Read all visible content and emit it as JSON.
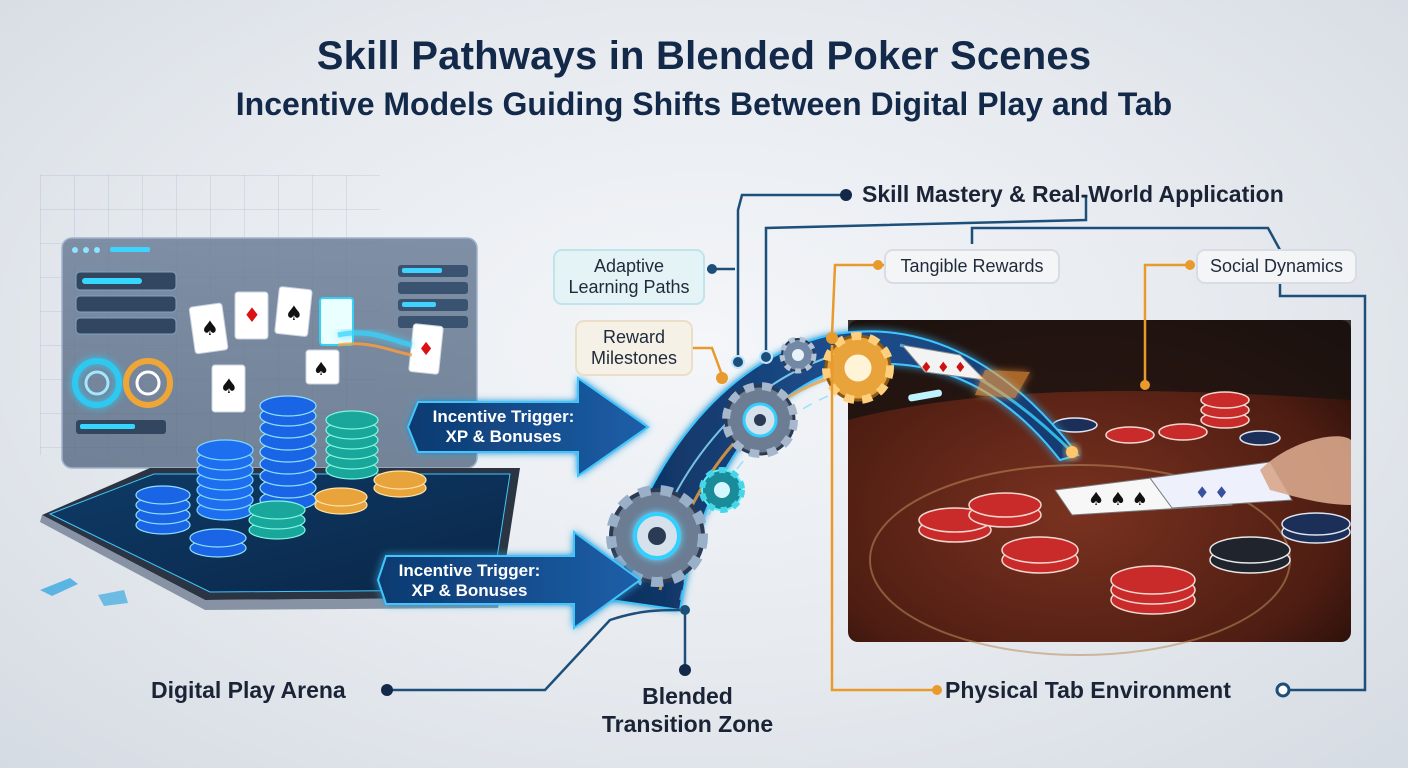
{
  "title": "Skill Pathways in Blended Poker Scenes",
  "subtitle": "Incentive Models Guiding Shifts Between Digital Play and Tab",
  "labels": {
    "skill_mastery": "Skill Mastery & Real-World Application",
    "adaptive": "Adaptive\nLearning Paths",
    "reward_milestones": "Reward\nMilestones",
    "tangible_rewards": "Tangible Rewards",
    "social_dynamics": "Social Dynamics",
    "trigger_1": "Incentive Trigger:\nXP & Bonuses",
    "trigger_2": "Incentive Trigger:\nXP & Bonuses",
    "digital_arena": "Digital Play Arena",
    "blended_zone": "Blended\nTransition Zone",
    "physical_env": "Physical Tab Environment"
  },
  "colors": {
    "navy": "#13294a",
    "connector_blue": "#1c4f7a",
    "connector_orange": "#e89a2c",
    "connector_teal": "#4a8fb0",
    "glow_cyan": "#28c8f0",
    "felt": "#6b2a1c"
  },
  "icons": [
    "gear-icon",
    "poker-chip-icon",
    "playing-card-icon",
    "tablet-icon",
    "arrow-icon"
  ]
}
